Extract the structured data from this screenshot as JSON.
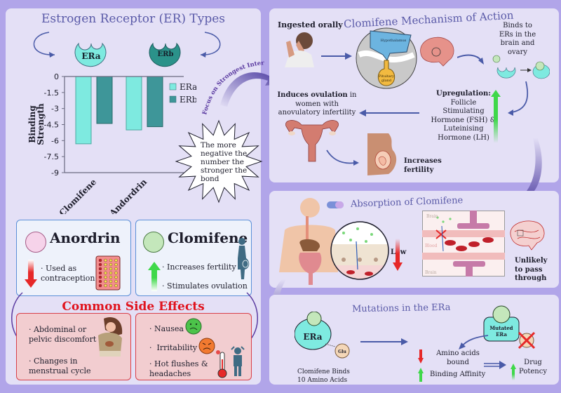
{
  "colors": {
    "background": "#b1a5e9",
    "panel": "#e4e0f6",
    "title": "#5a5aa8",
    "era": "#7eeae0",
    "erb": "#3e9699",
    "arrow_blue": "#4a5ba8",
    "red_heading": "#e0141e",
    "up_green": "#3fd84a",
    "down_red": "#e62828"
  },
  "left_panel": {
    "title": "Estrogen Receptor (ER) Types",
    "receptor_a": "ERa",
    "receptor_b": "ERb",
    "callout": [
      "The more",
      "negative the",
      "number the",
      "stronger the",
      "bond"
    ],
    "focus_arrow_label": "Focus on Strongest Interaction"
  },
  "chart_data": {
    "type": "bar",
    "title": "",
    "categories": [
      "Clomifene",
      "Andordrin"
    ],
    "series": [
      {
        "name": "ERa",
        "color": "#7eeae0",
        "values": [
          -6.3,
          -5.0
        ]
      },
      {
        "name": "ERb",
        "color": "#3e9699",
        "values": [
          -4.4,
          -4.7
        ]
      }
    ],
    "xlabel": "",
    "ylabel": "Binding Strength",
    "ylim": [
      -9,
      0
    ],
    "yticks": [
      0,
      -1.5,
      -3,
      -4.5,
      -6,
      -7.5,
      -9
    ],
    "ytick_labels": [
      "0",
      "-1.5",
      "-3",
      "-4.5",
      "-6",
      "-7.5",
      "-9"
    ],
    "legend_position": "right",
    "grid": false
  },
  "drugs": {
    "anordrin": {
      "name": "Anordrin",
      "effect": [
        "Used as",
        "contraception"
      ],
      "direction": "down"
    },
    "clomifene": {
      "name": "Clomifene",
      "effects": [
        "Increases fertility",
        "Stimulates ovulation"
      ],
      "direction": "up"
    }
  },
  "side_effects": {
    "heading": "Common Side Effects",
    "anordrin": [
      [
        "Abdominal or",
        "pelvic discomfort"
      ],
      [
        "Changes in",
        "menstrual cycle"
      ]
    ],
    "clomifene": [
      [
        "Nausea"
      ],
      [
        "Irritability"
      ],
      [
        "Hot flushes &",
        "headaches"
      ]
    ]
  },
  "mechanism": {
    "title": "Clomifene Mechanism of Action",
    "ingested": "Ingested orally",
    "hypothalamus": "Hypothalamus",
    "pituitary": [
      "Pituitary",
      "gland"
    ],
    "binds": [
      "Binds to",
      "ERs in the",
      "brain and",
      "ovary"
    ],
    "upregulation_heading": "Upregulation:",
    "upregulation": [
      "Follicle",
      "Stimulating",
      "Hormone (FSH) &",
      "Luteinising",
      "Hormone (LH)"
    ],
    "induces_bold": "Induces ovulation",
    "induces_rest": " in",
    "induces_lines": [
      "women with",
      "anovulatory infertility"
    ],
    "fertility": [
      "Increases",
      "fertility"
    ]
  },
  "absorption": {
    "title": "Absorption of Clomifene",
    "low": "Low",
    "brain_top": "Brain",
    "blood": "Blood",
    "brain_bottom": "Brain",
    "unlikely": [
      "Unlikely",
      "to pass",
      "through"
    ]
  },
  "mutations": {
    "title": "Mutations in the ERa",
    "era": "ERa",
    "glu": "Glu",
    "binds_caption": [
      "Clomifene Binds",
      "10 Amino Acids"
    ],
    "mutated": [
      "Mutated",
      "ERa"
    ],
    "amino_bound": [
      "Amino acids",
      "bound"
    ],
    "binding_affinity": "Binding Affinity",
    "drug_potency": [
      "Drug",
      "Potency"
    ]
  }
}
